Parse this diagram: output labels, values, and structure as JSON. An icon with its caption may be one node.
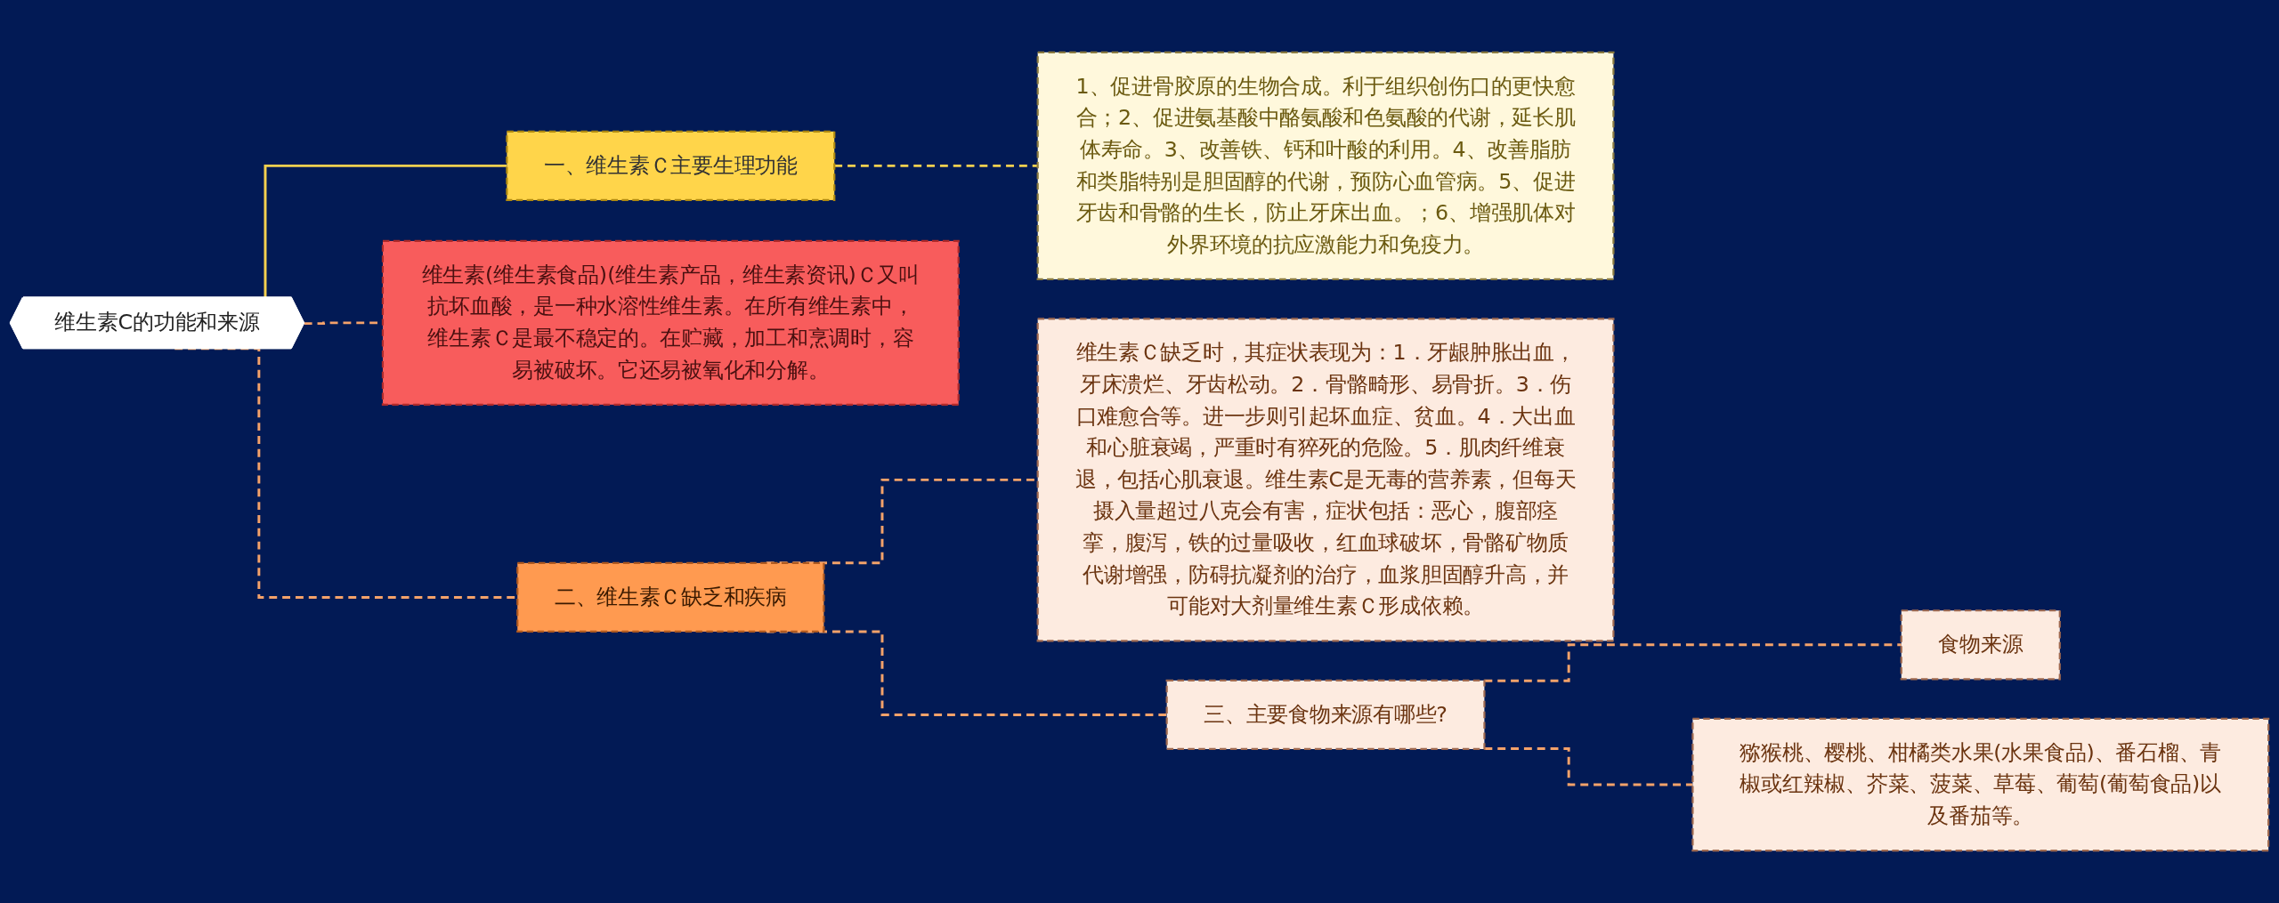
{
  "diagram": {
    "nodes": [
      {
        "text": [
          "维生素C的功能和来源"
        ]
      },
      {
        "text": [
          "一、维生素Ｃ主要生理功能"
        ]
      },
      {
        "text": [
          "1、促进骨胶原的生物合成。利于组织创伤口的更快愈合；2、促进氨基酸中酪氨酸和色氨酸的代谢，延长肌体寿命。3、改善铁、钙和叶酸的利用。4、改善脂肪和类脂特别是胆固醇的代谢，预防心血管病。5、促进牙齿和骨骼的生长，防止牙床出血。；6、增强肌体对外界环境的抗应激能力和免疫力。"
        ]
      },
      {
        "text": [
          "维生素(维生素食品)(维生素产品，维生素资讯)Ｃ又叫抗坏血酸，是一种水溶性维生素。在所有维生素中，维生素Ｃ是最不稳定的。在贮藏，加工和烹调时，容易被破坏。它还易被氧化和分解。"
        ]
      },
      {
        "text": [
          "二、维生素Ｃ缺乏和疾病"
        ]
      },
      {
        "text": [
          "维生素Ｃ缺乏时，其症状表现为：1．牙龈肿胀出血，牙床溃烂、牙齿松动。2．骨骼畸形、易骨折。3．伤口难愈合等。进一步则引起坏血症、贫血。4．大出血和心脏衰竭，严重时有猝死的危险。5．肌肉纤维衰退，包括心肌衰退。维生素C是无毒的营养素，但每天摄入量超过八克会有害，症状包括：恶心，腹部痉挛，腹泻，铁的过量吸收，红血球破坏，骨骼矿物质代谢增强，防碍抗凝剂的治疗，血浆胆固醇升高，并可能对大剂量维生素Ｃ形成依赖。"
        ]
      },
      {
        "text": [
          "三、主要食物来源有哪些?"
        ]
      },
      {
        "text": [
          "食物来源"
        ]
      },
      {
        "text": [
          "猕猴桃、樱桃、柑橘类水果(水果食品)、番石榴、青椒或红辣椒、芥菜、菠菜、草莓、葡萄(葡萄食品)以及番茄等。"
        ]
      }
    ],
    "edges": [
      {
        "from": 0,
        "to": 1,
        "arrow": "none",
        "color": "#f5d04f"
      },
      {
        "from": 1,
        "to": 2,
        "arrow": "none",
        "style": "dashed",
        "color": "#f5d04f"
      },
      {
        "from": 0,
        "to": 3,
        "arrow": "none",
        "style": "dashed"
      },
      {
        "from": 0,
        "to": 4,
        "arrow": "none",
        "style": "dashed"
      },
      {
        "from": 4,
        "to": 5,
        "arrow": "none",
        "style": "dashed"
      },
      {
        "from": 4,
        "to": 6,
        "arrow": "none",
        "style": "dashed"
      },
      {
        "from": 6,
        "to": 7,
        "arrow": "none",
        "style": "dashed"
      },
      {
        "from": 6,
        "to": 8,
        "arrow": "none",
        "style": "dashed"
      }
    ]
  }
}
